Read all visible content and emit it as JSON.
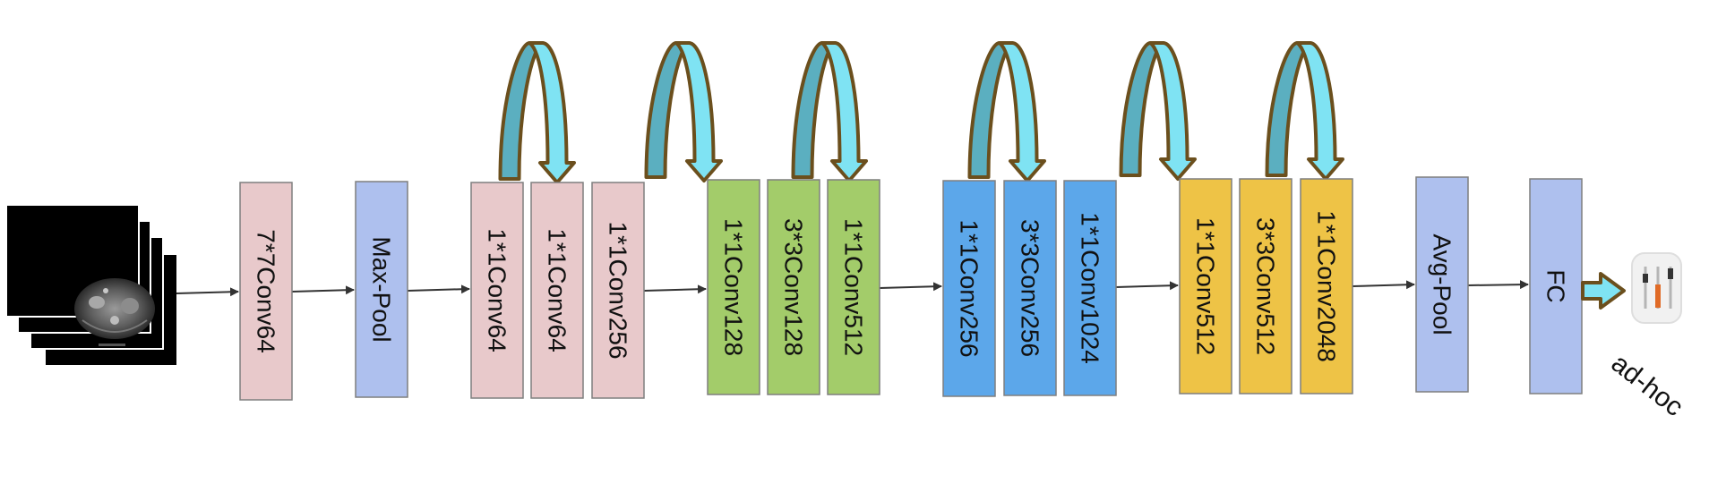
{
  "colors": {
    "pink": "#e8c9cb",
    "lavender": "#aec0ee",
    "green": "#a3cc6a",
    "blue": "#5ca7ea",
    "gold": "#eec346",
    "block_border": "#7f7f7f",
    "arrow": "#333333",
    "skip_light": "#7fe3f3",
    "skip_dark": "#5bafc0",
    "skip_outline": "#6b4f1d"
  },
  "input_image": {
    "description_icon": "ct-scan-slice-stack"
  },
  "blocks": [
    {
      "label": "7*7Conv64",
      "color": "pink"
    },
    {
      "label": "Max-Pool",
      "color": "lavender"
    },
    {
      "label": "1*1Conv64",
      "color": "pink"
    },
    {
      "label": "1*1Conv64",
      "color": "pink"
    },
    {
      "label": "1*1Conv256",
      "color": "pink"
    },
    {
      "label": "1*1Conv128",
      "color": "green"
    },
    {
      "label": "3*3Conv128",
      "color": "green"
    },
    {
      "label": "1*1Conv512",
      "color": "green"
    },
    {
      "label": "1*1Conv256",
      "color": "blue"
    },
    {
      "label": "3*3Conv256",
      "color": "blue"
    },
    {
      "label": "1*1Conv1024",
      "color": "blue"
    },
    {
      "label": "1*1Conv512",
      "color": "gold"
    },
    {
      "label": "3*3Conv512",
      "color": "gold"
    },
    {
      "label": "1*1Conv2048",
      "color": "gold"
    },
    {
      "label": "Avg-Pool",
      "color": "lavender"
    },
    {
      "label": "FC",
      "color": "lavender"
    }
  ],
  "output": {
    "icon": "equalizer-sliders-icon",
    "label": "ad-hoc"
  }
}
